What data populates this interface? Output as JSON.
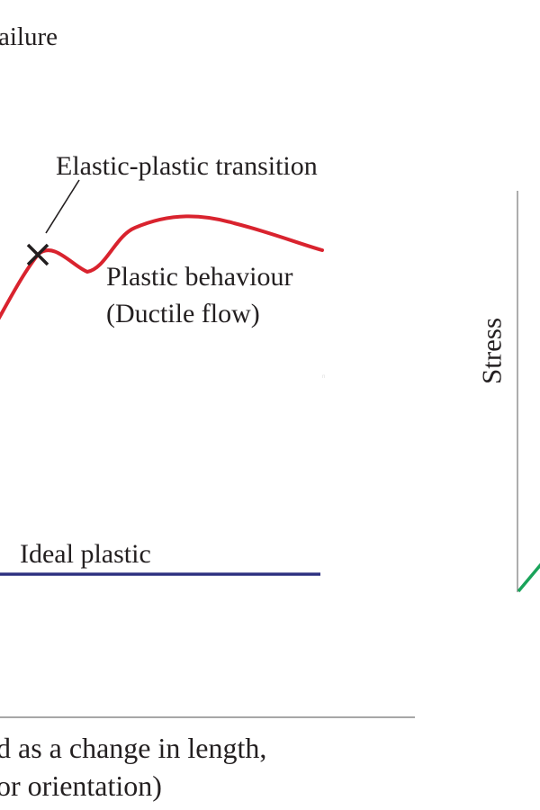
{
  "labels": {
    "failure_fragment": "ailure",
    "elastic_plastic_transition": "Elastic-plastic transition",
    "plastic_behaviour": "Plastic behaviour",
    "ductile_flow": "(Ductile flow)",
    "ideal_plastic": "Ideal plastic",
    "x_axis_line1": "d as a change in length,",
    "x_axis_line2": "or orientation)",
    "stress": "Stress"
  },
  "colors": {
    "plastic_curve": "#d9232e",
    "ideal_plastic_line": "#2e3180",
    "elastic_line": "#1aa35a",
    "axis": "#8a8a8a",
    "text": "#231f20",
    "transition_marker": "#231f20"
  }
}
